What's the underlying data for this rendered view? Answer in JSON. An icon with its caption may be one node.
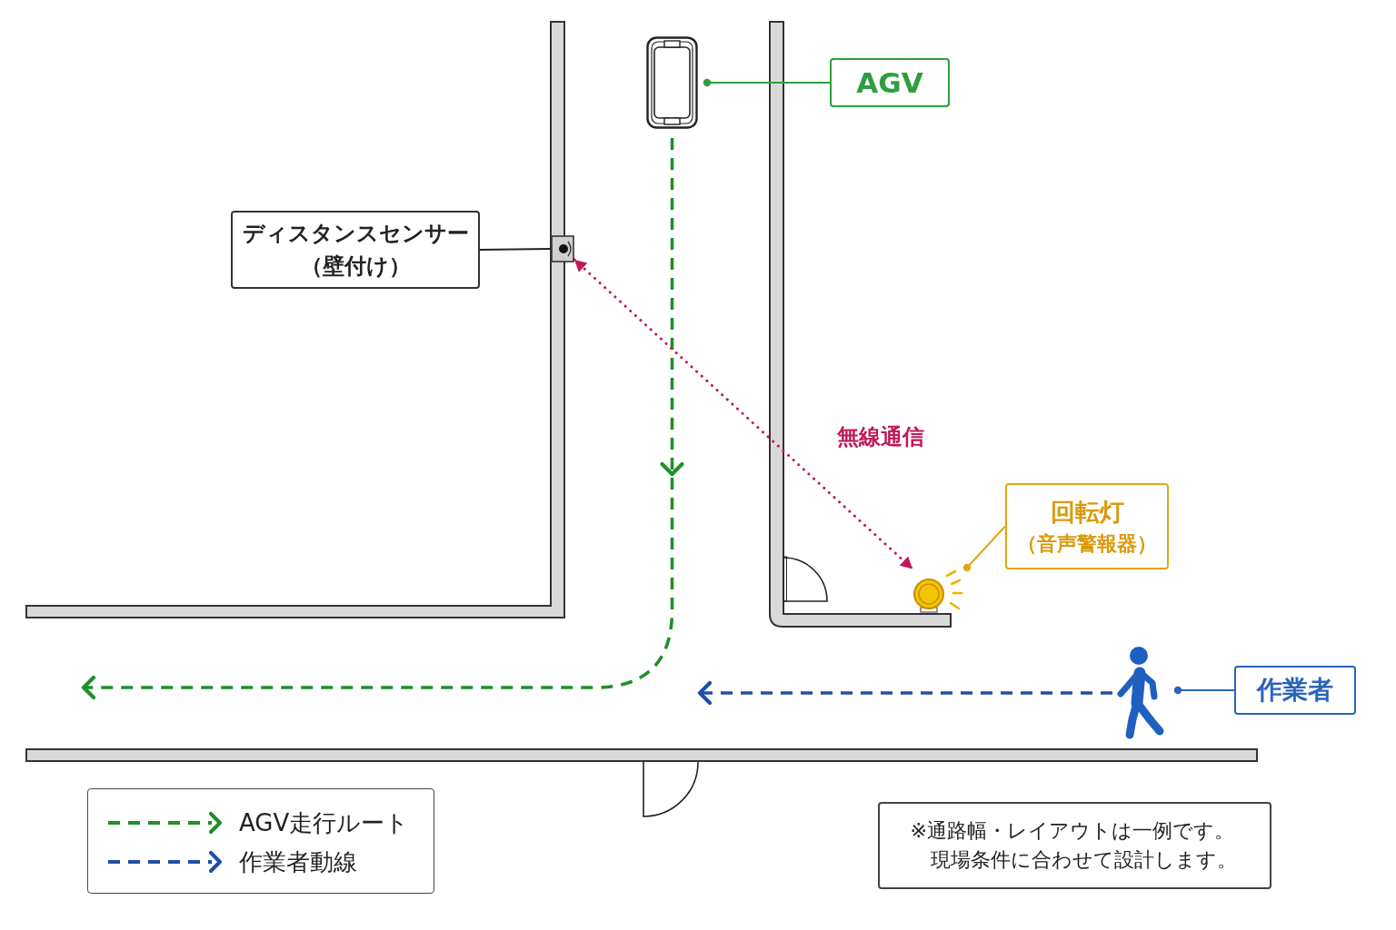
{
  "diagram": {
    "nodes": [
      {
        "text": [],
        "shape": "picture"
      },
      {
        "text": [
          "AGV"
        ]
      },
      {
        "text": [
          "ディスタンスセンサー（壁付け）"
        ]
      },
      {
        "text": [],
        "shape": "box"
      },
      {
        "text": [
          "回転灯",
          "（音声警報器）"
        ]
      },
      {
        "text": [],
        "shape": "picture"
      },
      {
        "text": [],
        "shape": "person"
      },
      {
        "text": [
          "作業者"
        ]
      },
      {
        "text": [
          "※通路幅・レイアウトは一例です。現場条件に合わせて設計します。"
        ]
      }
    ],
    "edges": [
      {
        "from": 1,
        "to": 0,
        "arrow": "other",
        "color": "#2e9e3e"
      },
      {
        "from": 2,
        "to": 3,
        "arrow": "none",
        "color": "#222222"
      },
      {
        "from": 0,
        "to": null,
        "arrow": "to",
        "style": "dashed",
        "color": "#1f8f2a"
      },
      {
        "from": 3,
        "to": 5,
        "arrow": "both",
        "label": "無線通信",
        "style": "dashed",
        "color": "#c2185b"
      },
      {
        "from": 4,
        "to": 5,
        "arrow": "other",
        "color": "#e0a619"
      },
      {
        "from": 6,
        "to": null,
        "arrow": "to",
        "style": "dashed",
        "color": "#1f4fa8"
      },
      {
        "from": 7,
        "to": 6,
        "arrow": "other",
        "color": "#2a64b8"
      }
    ],
    "legend": [
      {
        "text": "AGV走行ルート"
      },
      {
        "text": "作業者動線"
      }
    ]
  }
}
